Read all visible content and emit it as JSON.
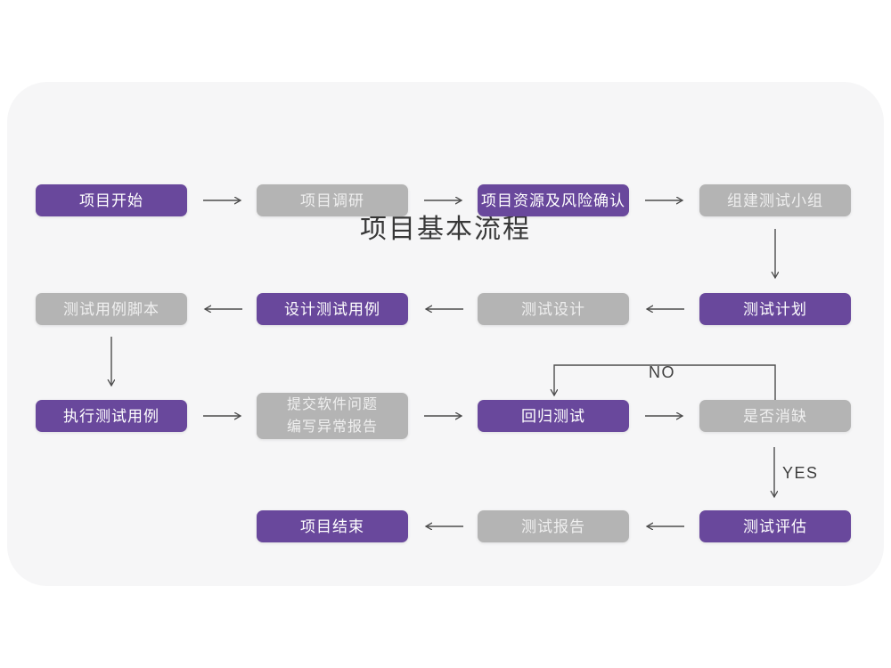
{
  "title": "项目基本流程",
  "colors": {
    "primary": "#69489c",
    "primary_text": "#ffffff",
    "secondary": "#b4b4b4",
    "secondary_text": "#efefef",
    "card_bg": "#f6f6f7",
    "arrow": "#4d4d4d"
  },
  "edge_labels": {
    "no": "NO",
    "yes": "YES"
  },
  "nodes": [
    {
      "id": "project-start",
      "label": "项目开始",
      "type": "primary"
    },
    {
      "id": "project-research",
      "label": "项目调研",
      "type": "secondary"
    },
    {
      "id": "project-risk",
      "label": "项目资源及风险确认",
      "type": "primary"
    },
    {
      "id": "build-test-team",
      "label": "组建测试小组",
      "type": "secondary"
    },
    {
      "id": "test-case-script",
      "label": "测试用例脚本",
      "type": "secondary"
    },
    {
      "id": "design-test-case",
      "label": "设计测试用例",
      "type": "primary"
    },
    {
      "id": "test-design",
      "label": "测试设计",
      "type": "secondary"
    },
    {
      "id": "test-plan",
      "label": "测试计划",
      "type": "primary"
    },
    {
      "id": "execute-test-case",
      "label": "执行测试用例",
      "type": "primary"
    },
    {
      "id": "submit-issue-report",
      "label": "提交软件问题\n编写异常报告",
      "type": "secondary"
    },
    {
      "id": "regression-test",
      "label": "回归测试",
      "type": "primary"
    },
    {
      "id": "defect-resolved",
      "label": "是否消缺",
      "type": "secondary"
    },
    {
      "id": "project-end",
      "label": "项目结束",
      "type": "primary"
    },
    {
      "id": "test-report",
      "label": "测试报告",
      "type": "secondary"
    },
    {
      "id": "test-evaluate",
      "label": "测试评估",
      "type": "primary"
    }
  ]
}
